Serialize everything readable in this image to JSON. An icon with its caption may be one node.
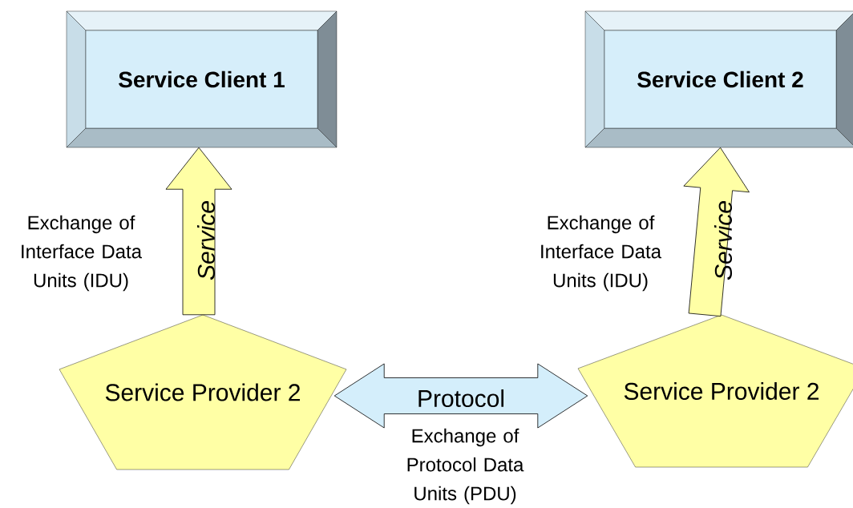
{
  "diagram": {
    "nodes": [
      {
        "text": [
          "Service Client 1"
        ]
      },
      {
        "text": [
          "Service Client 2"
        ]
      },
      {
        "text": [
          "Service Provider 2"
        ]
      },
      {
        "text": [
          "Service Provider 2"
        ]
      }
    ],
    "edges": [
      {
        "from": 2,
        "to": 0,
        "arrow": "to",
        "label": "Service"
      },
      {
        "from": 3,
        "to": 1,
        "arrow": "to",
        "label": "Service"
      },
      {
        "from": 2,
        "to": 3,
        "arrow": "both",
        "label": "Protocol",
        "color": "#d4eefb"
      }
    ],
    "labels": [
      "Exchange of Interface Data Units (IDU)",
      "Exchange of Interface Data Units (IDU)",
      "Exchange of Protocol Data Units (PDU)"
    ]
  }
}
